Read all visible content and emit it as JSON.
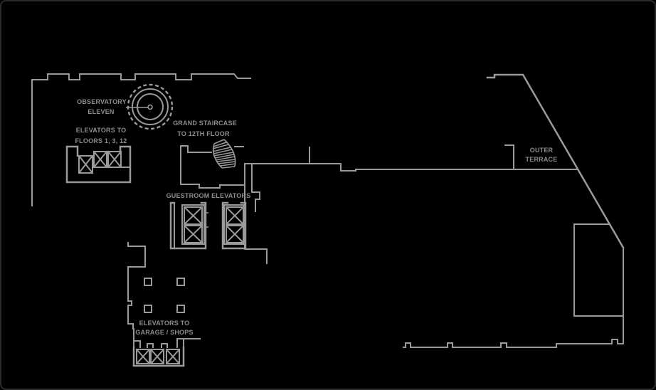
{
  "floorplan": {
    "title": "hotel floor plan",
    "labels": {
      "observatory": {
        "lines": [
          "OBSERVATORY",
          "ELEVEN"
        ]
      },
      "elevators_1_3_12": {
        "lines": [
          "ELEVATORS TO",
          "FLOORS 1, 3, 12"
        ]
      },
      "grand_staircase": {
        "lines": [
          "GRAND STAIRCASE",
          "TO 12TH FLOOR"
        ]
      },
      "guestroom_elevators": {
        "lines": [
          "GUESTROOM ELEVATORS"
        ]
      },
      "outer_terrace": {
        "lines": [
          "OUTER",
          "TERRACE"
        ]
      },
      "garage_elevators": {
        "lines": [
          "ELEVATORS TO",
          "GARAGE / SHOPS"
        ]
      }
    },
    "colors": {
      "background": "#000000",
      "wall": "#9a9a9a",
      "text": "#8d8d8d",
      "border": "#2b2b2b"
    }
  }
}
